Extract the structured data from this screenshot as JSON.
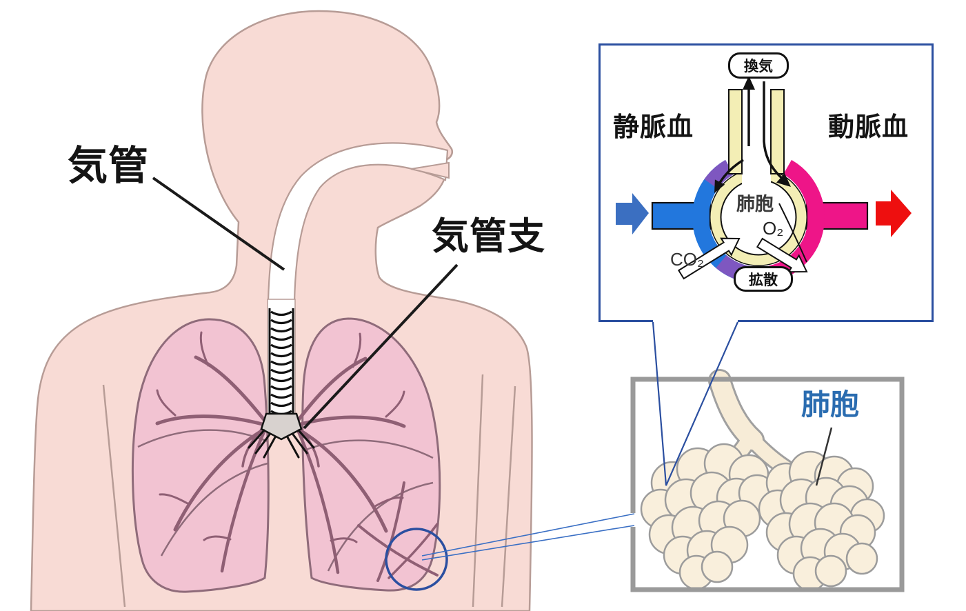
{
  "figure": {
    "labels": {
      "trachea": "気管",
      "bronchus": "気管支"
    }
  },
  "gas_exchange_inset": {
    "ventilation": "換気",
    "venous_blood": "静脈血",
    "arterial_blood": "動脈血",
    "alveolus": "肺胞",
    "oxygen": "O₂",
    "carbon_dioxide": "CO₂",
    "diffusion": "拡散"
  },
  "alveoli_inset": {
    "alveolus": "肺胞"
  },
  "colors": {
    "skin": "#f8dbd5",
    "body_outline": "#b79c96",
    "lung_pink": "#f2c3d2",
    "lung_outline": "#8f6b7a",
    "bronchial_branch": "#8f5f74",
    "venous_blue": "#2277dd",
    "arterial_magenta": "#ee1588",
    "transition_purple": "#7e57c0",
    "airway_cream": "#f3eeb5",
    "alveoli_cream": "#f9efdc",
    "alveoli_outline": "#9c9c9c",
    "callout_blue": "#2b4fa0",
    "inset_label_blue": "#2a6cb0",
    "block_arrow_blue": "#3b6fc1",
    "block_arrow_red": "#ee0f0f",
    "alveoli_box_border": "#9a9a9a"
  }
}
